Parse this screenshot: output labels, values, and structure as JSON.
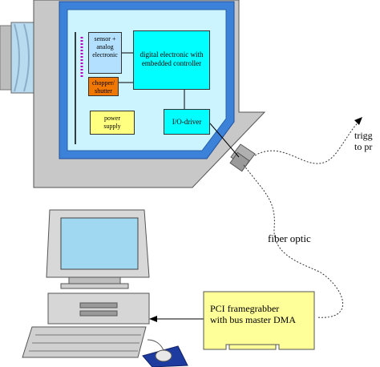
{
  "camera": {
    "sensor_label": [
      "sensor +",
      "analog",
      "electronic"
    ],
    "digital_label": [
      "digital electronic with",
      "embedded controller"
    ],
    "chopper_label": [
      "chopper/",
      "shutter"
    ],
    "power_label": [
      "power",
      "supply"
    ],
    "io_label": "I/O-driver"
  },
  "trigger_label": [
    "trigg",
    "to pr"
  ],
  "fiber_label": "fiber optic",
  "pci_label": [
    "PCI framegrabber",
    "with bus master DMA"
  ],
  "colors": {
    "housing": "#c8c8c8",
    "frame": "#3b82d8",
    "inner": "#ccf4ff",
    "digital_box": "#00ffff",
    "sensor_box": "#b3e0ff",
    "chopper_box": "#f07800",
    "power_box": "#ffff80",
    "pci_box": "#ffff99",
    "monitor_screen": "#9fd8f0",
    "mousepad": "#1e3ca0"
  }
}
